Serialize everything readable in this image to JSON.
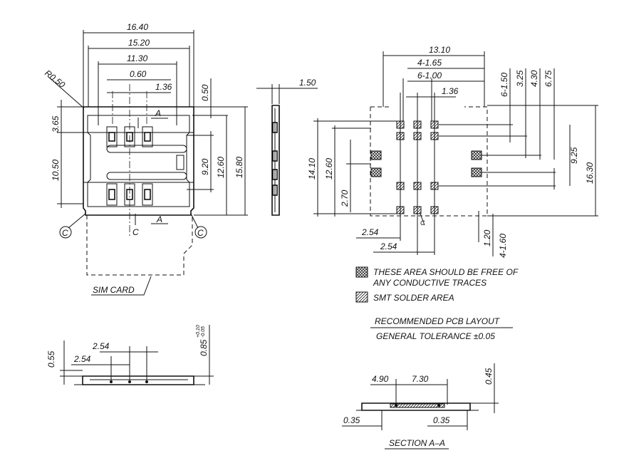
{
  "top_view": {
    "dims": {
      "w1": "16.40",
      "w2": "15.20",
      "w3": "11.30",
      "w4": "0.60",
      "w5": "1.36",
      "r": "R0.50",
      "v1": "0.50",
      "v2": "3.65",
      "v3": "10.50",
      "v4": "9.20",
      "v5": "12.60",
      "v6": "15.80"
    },
    "section_mark": "A",
    "ground_mark": "C",
    "card_label": "SIM CARD"
  },
  "side_view": {
    "dims": {
      "t": "1.50"
    }
  },
  "front_view": {
    "dims": {
      "h1": "0.55",
      "p1": "2.54",
      "p2": "2.54",
      "h2": "0.85",
      "tol_plus": "+0.10",
      "tol_minus": "-0.05"
    }
  },
  "pcb_layout": {
    "dims": {
      "w": "13.10",
      "a": "4-1.65",
      "b": "6-1.00",
      "c": "1.36",
      "v1": "6-1.50",
      "v2": "3.25",
      "v3": "4.30",
      "v4": "6.75",
      "v5": "9.25",
      "v6": "16.30",
      "h1": "14.10",
      "h2": "12.60",
      "h3": "2.70",
      "p1": "2.54",
      "p2": "2.54",
      "s1": "1.20",
      "s2": "4-1.60"
    },
    "legend": {
      "free_line1": "THESE AREA SHOULD BE FREE OF",
      "free_line2": "ANY CONDUCTIVE TRACES",
      "smt": "SMT SOLDER AREA"
    },
    "title": "RECOMMENDED PCB LAYOUT",
    "tolerance": "GENERAL TOLERANCE ±0.05"
  },
  "section_view": {
    "dims": {
      "a": "4.90",
      "b": "7.30",
      "c": "0.45",
      "d": "0.35",
      "e": "0.35"
    },
    "title": "SECTION A–A"
  }
}
